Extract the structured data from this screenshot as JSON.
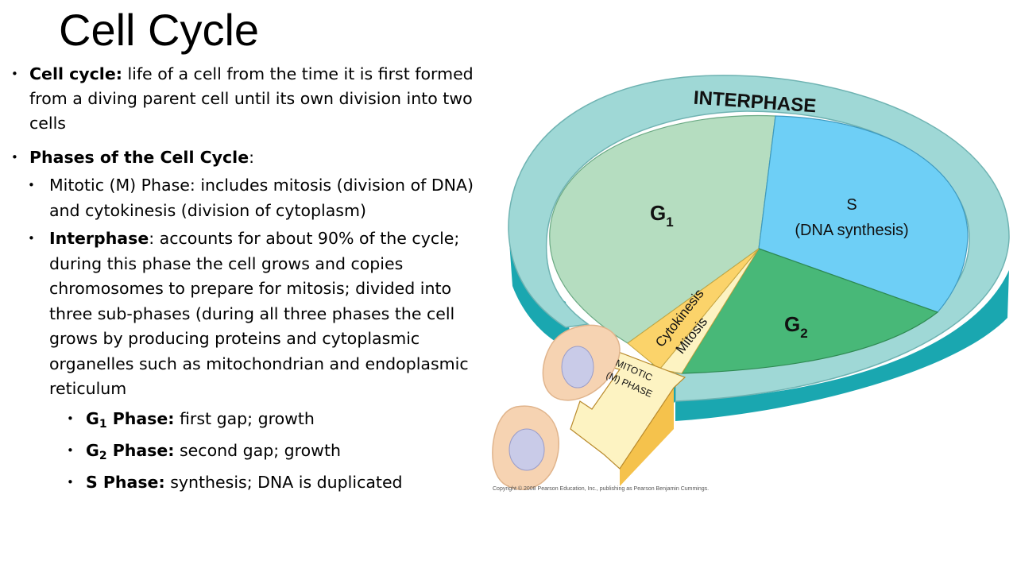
{
  "title": "Cell Cycle",
  "bullets": {
    "b1": {
      "term": "Cell cycle:",
      "text": " life of a cell from the time it is first formed from a diving parent cell until its own division into two cells"
    },
    "b2": {
      "term": "Phases of the Cell Cycle",
      "colon": ":"
    },
    "b2_1": {
      "text": "Mitotic (M) Phase: includes mitosis (division of DNA) and cytokinesis (division of cytoplasm)"
    },
    "b2_2": {
      "term": "Interphase",
      "text": ": accounts for about 90% of the cycle; during this phase the cell grows and copies chromosomes  to prepare for mitosis; divided into three sub-phases (during all three phases the cell grows by producing proteins and cytoplasmic organelles such as mitochondrian and endoplasmic reticulum"
    },
    "g1": {
      "letter": "G",
      "sub": "1",
      "term_rest": " Phase:",
      "text": " first gap; growth"
    },
    "g2": {
      "letter": "G",
      "sub": "2",
      "term_rest": " Phase:",
      "text": " second gap; growth"
    },
    "s": {
      "term": "S Phase:",
      "text": " synthesis; DNA is duplicated"
    }
  },
  "diagram": {
    "interphase_label": "INTERPHASE",
    "g1_letter": "G",
    "g1_sub": "1",
    "s_label": "S",
    "s_sub_label": "(DNA synthesis)",
    "g2_letter": "G",
    "g2_sub": "2",
    "cytokinesis_label": "Cytokinesis",
    "mitosis_label": "Mitosis",
    "mitotic_line1": "MITOTIC",
    "mitotic_line2": "(M) PHASE",
    "copyright": "Copyright © 2008 Pearson Education, Inc., publishing as Pearson Benjamin Cummings.",
    "colors": {
      "ring_top": "#9fd8d6",
      "ring_side": "#1aa7b0",
      "g1": "#b5ddc0",
      "s": "#6ecff6",
      "g2": "#48b878",
      "mitotic": "#fdf3c2",
      "cytokinesis": "#fbd36a",
      "cell": "#f6d3b2",
      "nucleus": "#c9cbe8"
    }
  }
}
